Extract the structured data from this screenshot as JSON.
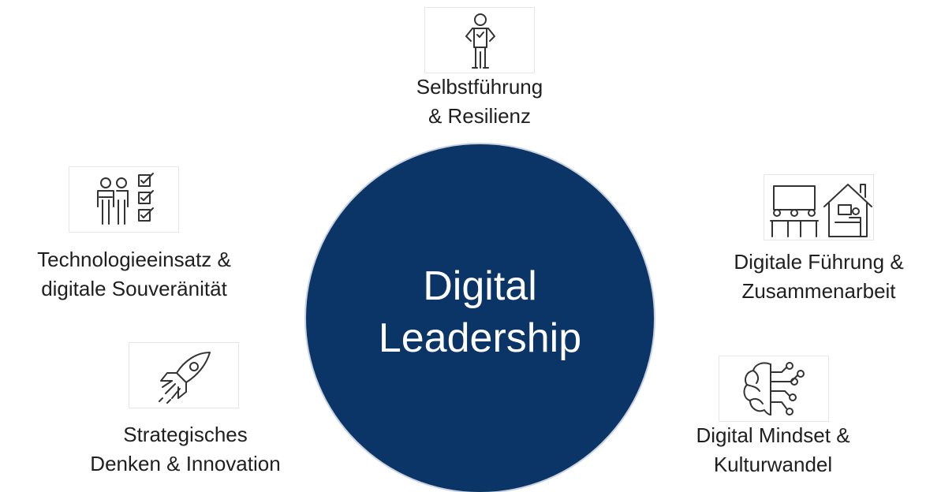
{
  "center": {
    "line1": "Digital",
    "line2": "Leadership",
    "color": "#0b3566"
  },
  "nodes": [
    {
      "icon": "person-standing-icon",
      "line1": "Selbstführung",
      "line2": "& Resilienz"
    },
    {
      "icon": "team-checklist-icon",
      "line1": "Technologieeinsatz &",
      "line2": "digitale Souveränität"
    },
    {
      "icon": "meeting-home-office-icon",
      "line1": "Digitale Führung &",
      "line2": "Zusammenarbeit"
    },
    {
      "icon": "rocket-icon",
      "line1": "Strategisches",
      "line2": "Denken & Innovation"
    },
    {
      "icon": "brain-circuit-icon",
      "line1": "Digital Mindset &",
      "line2": "Kulturwandel"
    }
  ]
}
